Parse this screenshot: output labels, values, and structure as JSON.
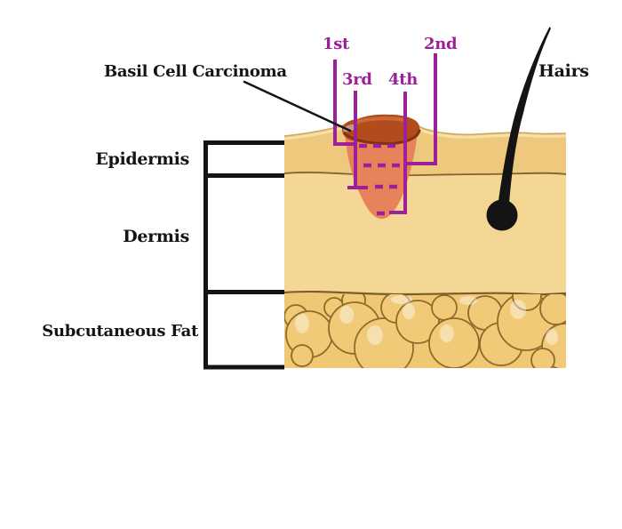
{
  "diagram": {
    "annotation": {
      "label": "Basil Cell Carcinoma"
    },
    "hair": {
      "label": "Hairs"
    },
    "layers": [
      {
        "name": "epidermis",
        "label": "Epidermis"
      },
      {
        "name": "dermis",
        "label": "Dermis"
      },
      {
        "name": "subcutaneous-fat",
        "label": "Subcutaneous Fat"
      }
    ],
    "margin_markers": [
      {
        "order": 1,
        "label": "1st"
      },
      {
        "order": 2,
        "label": "2nd"
      },
      {
        "order": 3,
        "label": "3rd"
      },
      {
        "order": 4,
        "label": "4th"
      }
    ]
  },
  "colors": {
    "ink": "#141414",
    "purple": "#9b2099",
    "epidermis": "#eec87c",
    "dermis": "#f4d794",
    "fat": "#f0c873",
    "bubble_fill": "#f1ca78",
    "bubble_outline": "#8f6a2b",
    "boundary": "#6e5020",
    "skin_outline": "#d3a85c",
    "skin_toplight": "#f7e4b4",
    "carcinoma_body": "#e8825a",
    "carcinoma_rim": "#b24c1c",
    "carcinoma_rim_dark": "#7f3410",
    "carcinoma_rim_light": "#cf703c",
    "carcinoma_pale": "#c79a8c"
  }
}
